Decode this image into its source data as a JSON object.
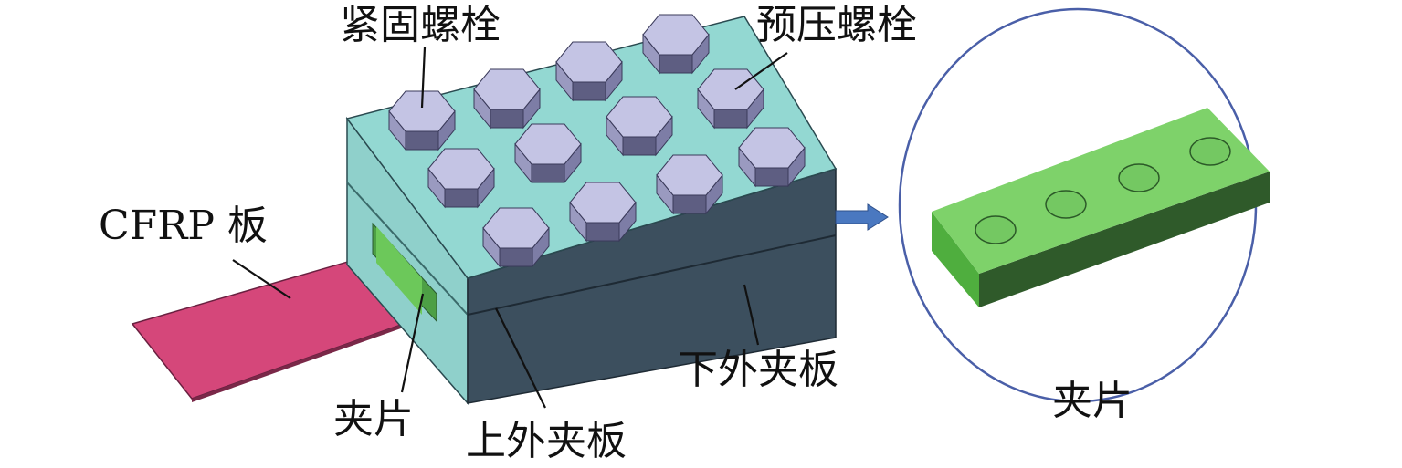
{
  "labels": {
    "fastening_bolt": "紧固螺栓",
    "preload_bolt": "预压螺栓",
    "cfrp_plate": "CFRP 板",
    "clip": "夹片",
    "upper_outer_plate": "上外夹板",
    "lower_outer_plate": "下外夹板",
    "clip_detail": "夹片"
  },
  "colors": {
    "top_face": "#93d8d2",
    "front_face": "#3c4f5e",
    "bolt": "#c4c4e4",
    "cfrp": "#d5477a",
    "clip": "#6cc85a",
    "arrow": "#4a78c0",
    "ellipse": "#4a5fa8"
  }
}
